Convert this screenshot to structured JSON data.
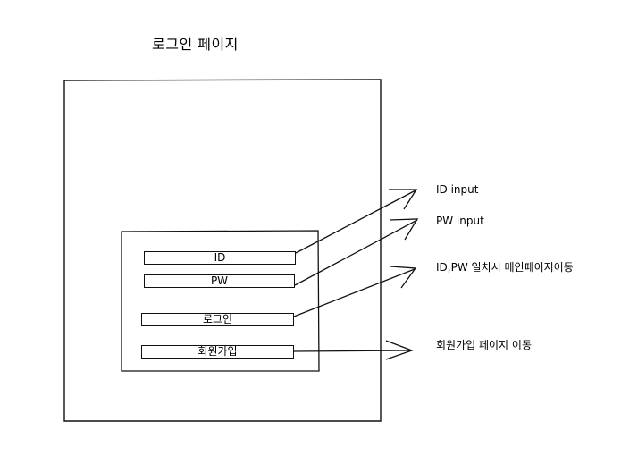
{
  "page_title": "로그인 페이지",
  "form": {
    "id_label": "ID",
    "pw_label": "PW",
    "login_label": "로그인",
    "signup_label": "회원가입"
  },
  "annotations": {
    "id": "ID input",
    "pw": "PW input",
    "login": "ID,PW 일치시 메인페이지이동",
    "signup": "회원가입 페이지 이동"
  }
}
